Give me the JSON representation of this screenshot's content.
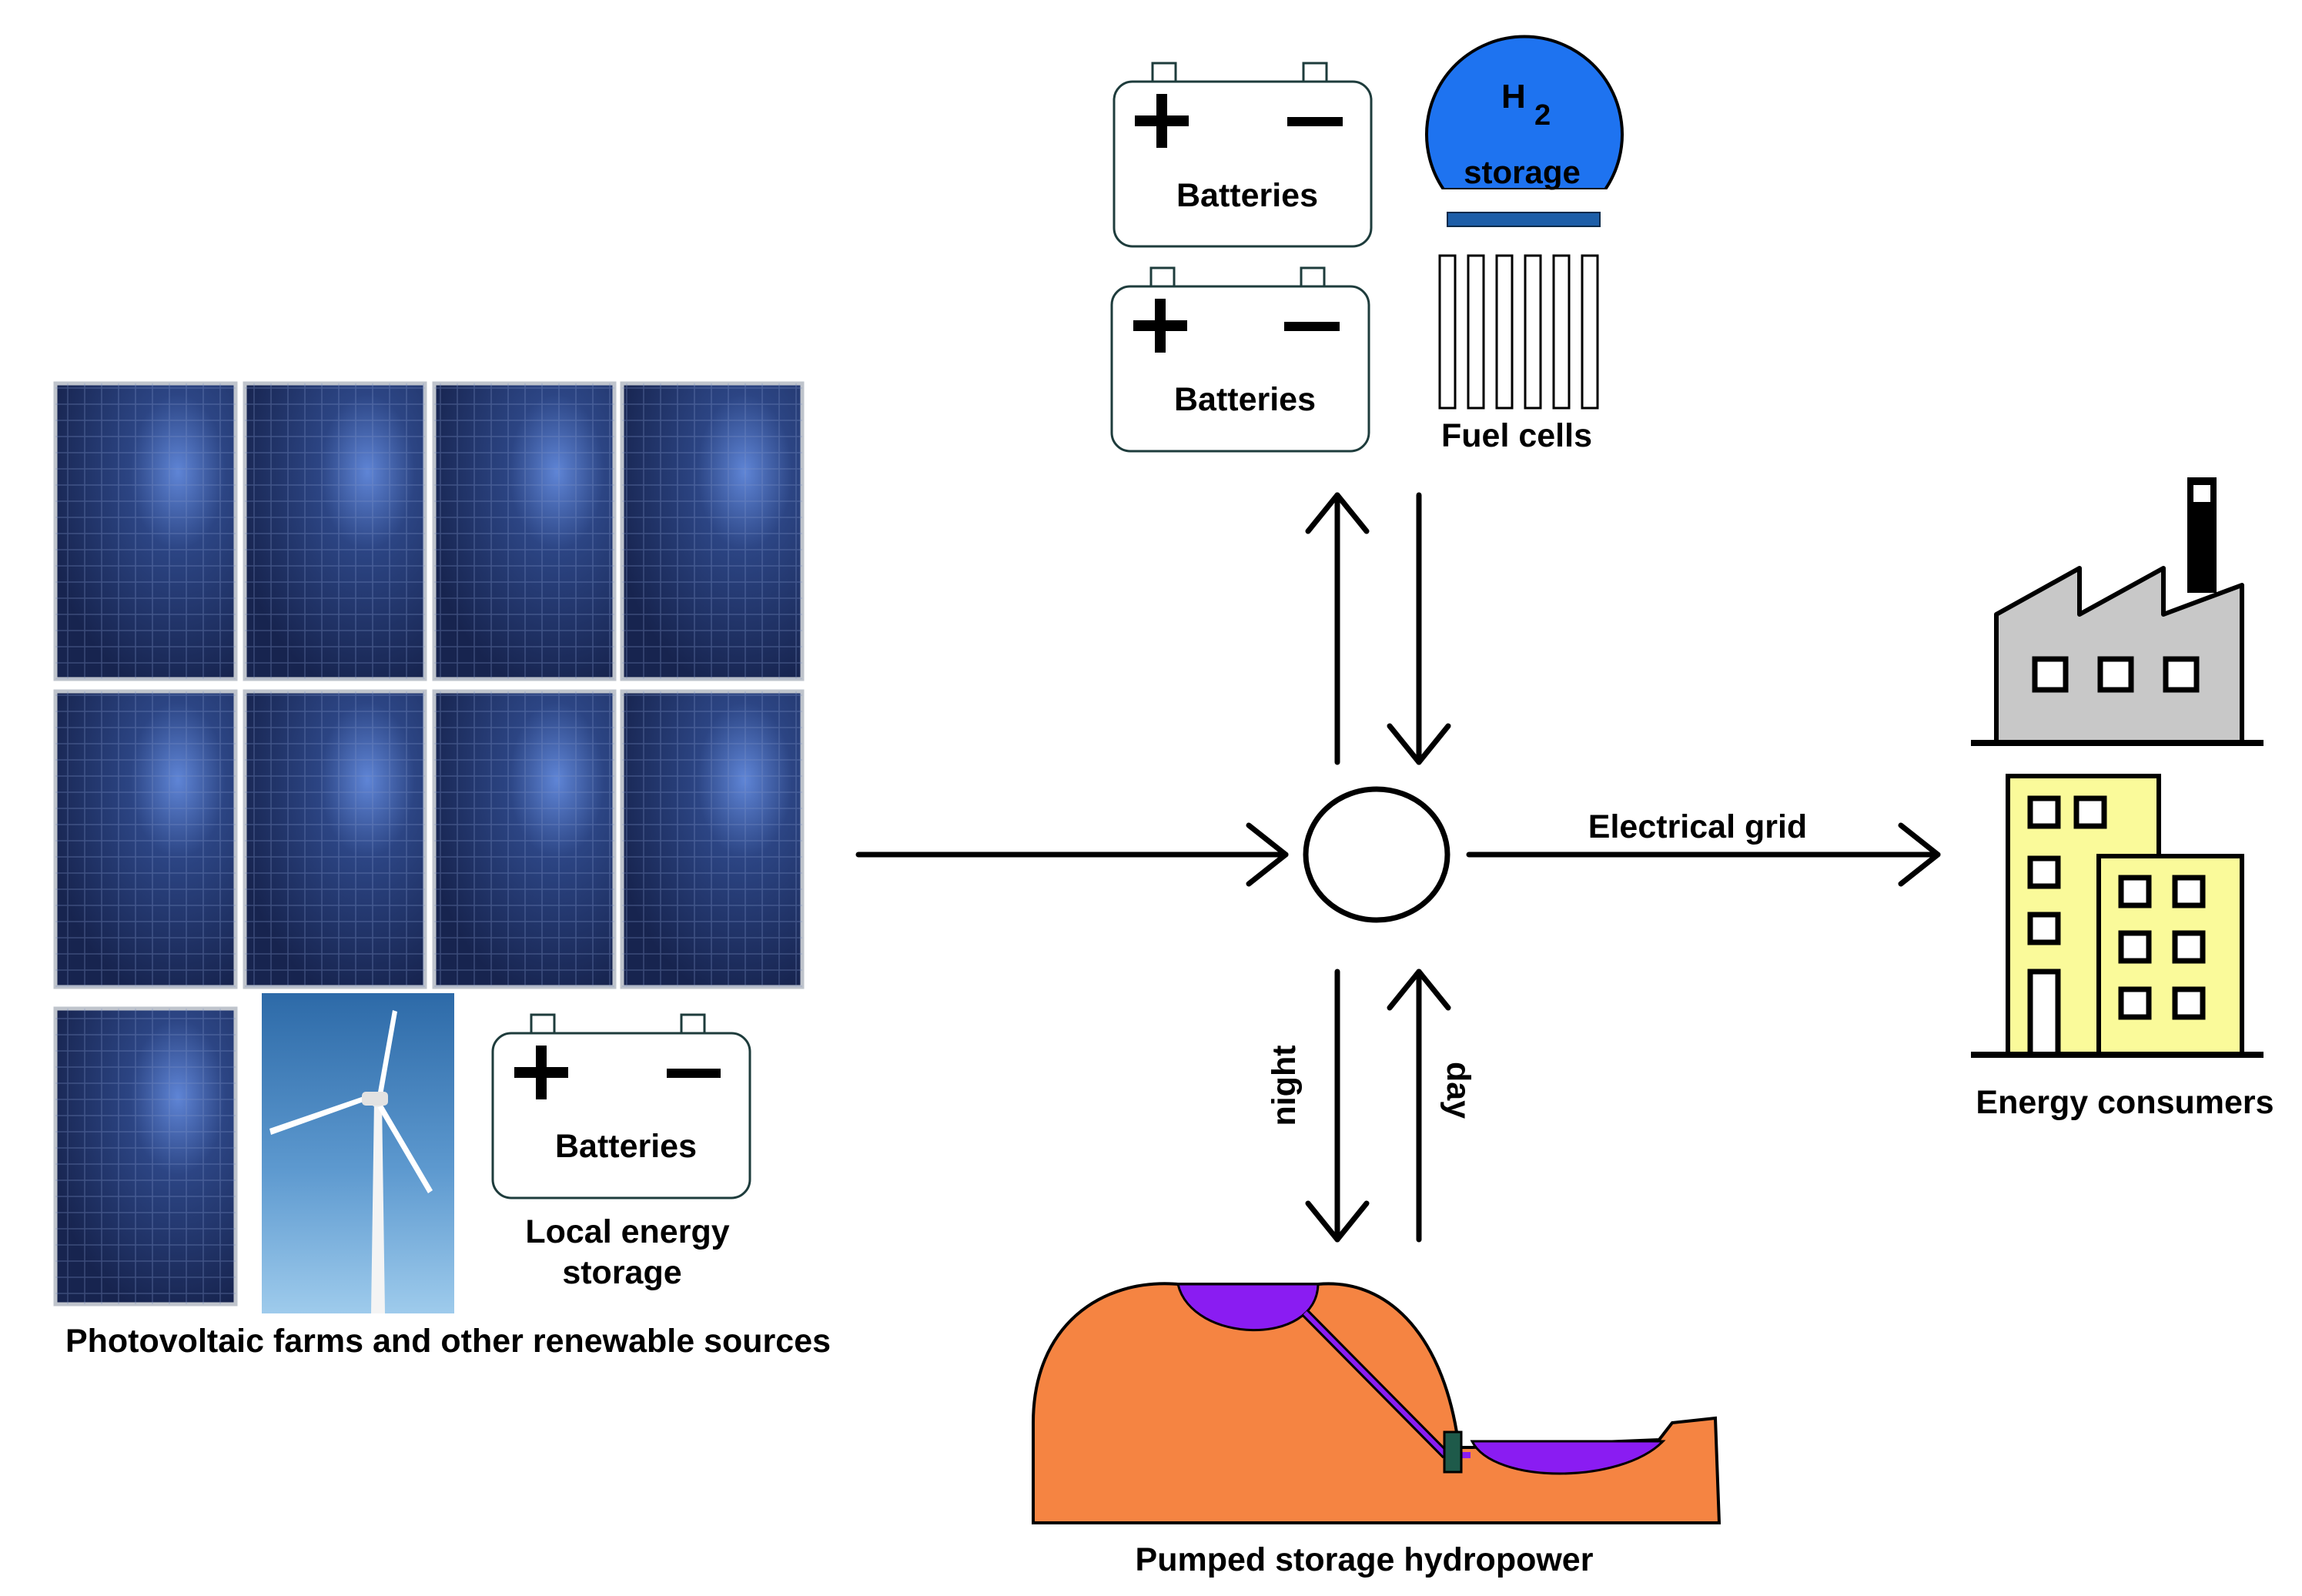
{
  "labels": {
    "batteries": "Batteries",
    "h2_letter": "H",
    "h2_sub": "2",
    "h2_storage": "storage",
    "fuel_cells": "Fuel cells",
    "local_storage_line1": "Local energy",
    "local_storage_line2": "storage",
    "pv_caption": "Photovoltaic farms and other renewable sources",
    "electrical_grid": "Electrical grid",
    "energy_consumers": "Energy consumers",
    "night": "night",
    "day": "day",
    "pumped_hydro": "Pumped storage hydropower",
    "plus": "+",
    "minus": "—"
  },
  "colors": {
    "solar_panel": "#1b2a5c",
    "solar_glow": "#4a6fc4",
    "h2_tank": "#1e73f0",
    "tank_base": "#1d5ea8",
    "terrain": "#f58442",
    "water": "#8a1cf2",
    "factory": "#c8c8c8",
    "office": "#fafa9a",
    "sky_top": "#3a78b8",
    "sky_bottom": "#8fc2e8"
  }
}
